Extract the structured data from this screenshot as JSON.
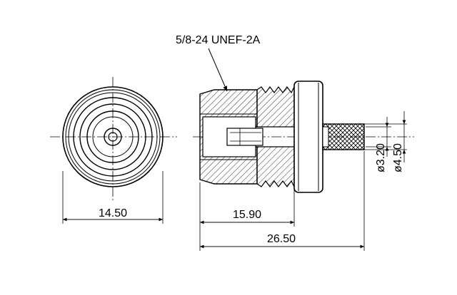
{
  "drawing": {
    "thread_callout": "5/8-24 UNEF-2A",
    "dim_front_diameter": "14.50",
    "dim_body_length": "15.90",
    "dim_overall_length": "26.50",
    "dim_inner_crimp_diameter": "ø3.20",
    "dim_outer_crimp_diameter": "ø4.50"
  }
}
